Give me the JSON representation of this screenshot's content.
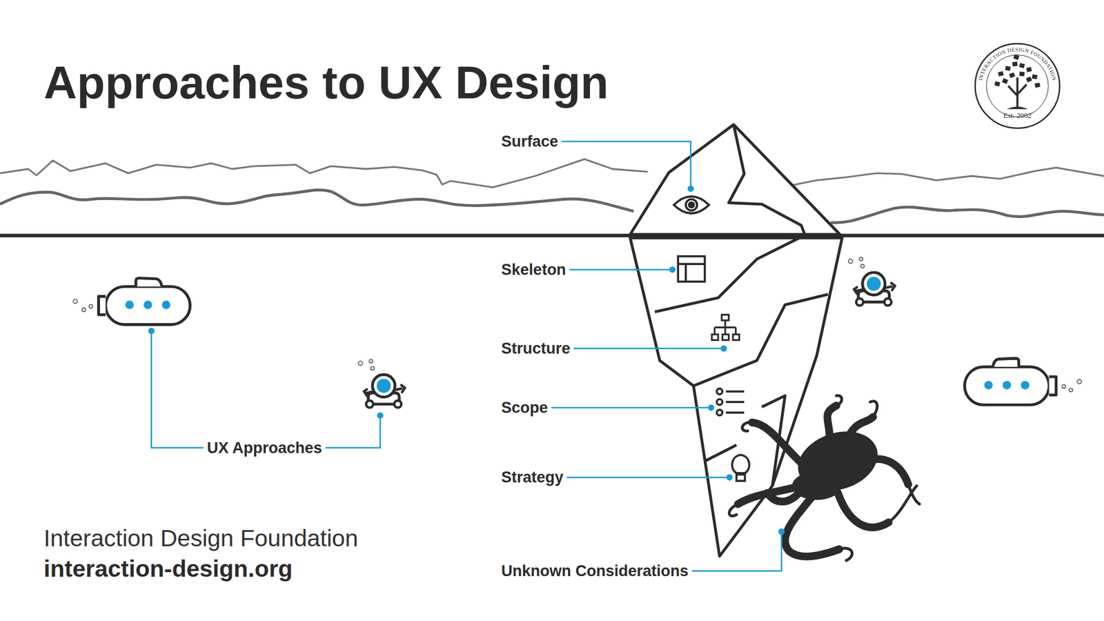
{
  "diagram": {
    "title": "Approaches to UX Design",
    "labels": [
      "Surface",
      "Skeleton",
      "Structure",
      "Scope",
      "Strategy",
      "Unknown Considerations",
      "UX Approaches",
      "Interaction Design Foundation",
      "interaction-design.org",
      "INTERACTION DESIGN FOUNDATION",
      "Est. 2002"
    ]
  }
}
